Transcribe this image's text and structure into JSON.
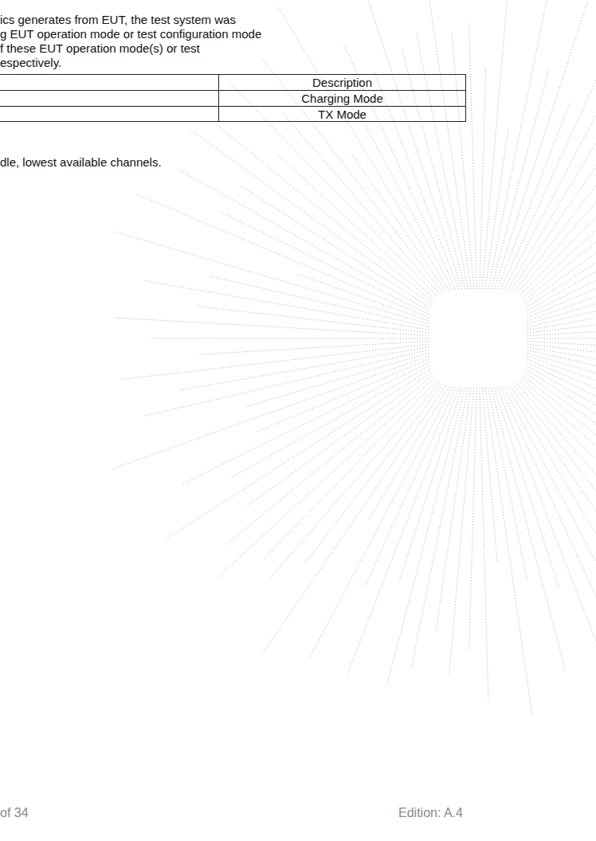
{
  "diagram": {
    "labels": [
      "ics generates from EUT, the test system was",
      "g EUT operation mode or test configuration mode",
      "f these EUT operation mode(s) or test",
      "espectively.",
      "Description",
      "Charging Mode",
      "TX Mode",
      "dle, lowest available channels.",
      "of 34",
      "Edition:  A.4"
    ]
  }
}
